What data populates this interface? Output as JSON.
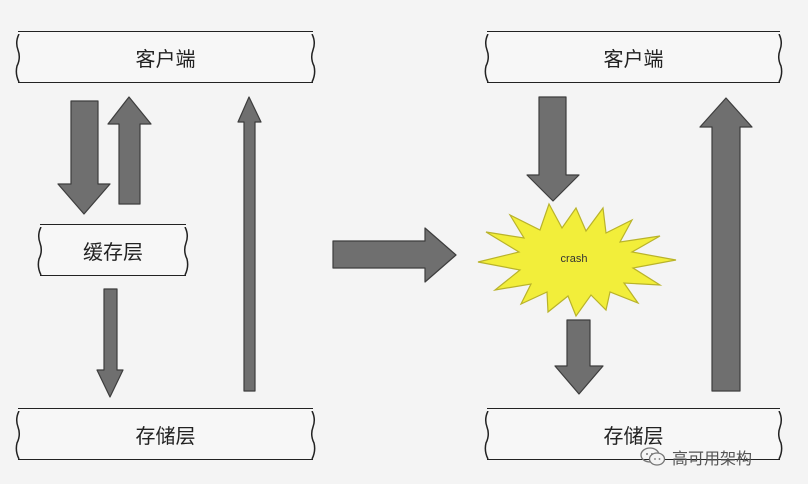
{
  "left_panel": {
    "client_label": "客户端",
    "cache_label": "缓存层",
    "storage_label": "存储层"
  },
  "right_panel": {
    "client_label": "客户端",
    "crash_label": "crash",
    "storage_label": "存储层"
  },
  "watermark": {
    "text": "高可用架构",
    "icon": "wechat-icon"
  },
  "colors": {
    "arrow_fill": "#6f6f6f",
    "arrow_stroke": "#3d3d3d",
    "crash_fill": "#f2ee3a",
    "crash_stroke": "#b9b32a",
    "box_border": "#222222",
    "background": "#f4f4f4"
  }
}
